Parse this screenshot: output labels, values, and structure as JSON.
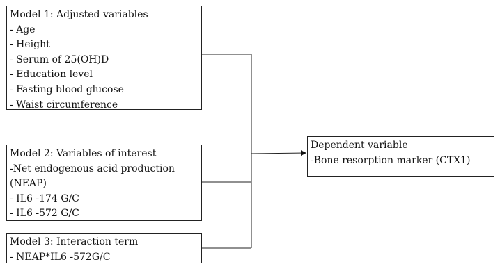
{
  "model1": {
    "title": "Model 1: Adjusted variables",
    "items": [
      "- Age",
      "- Height",
      "- Serum of 25(OH)D",
      "- Education level",
      "- Fasting blood glucose",
      "- Waist circumference"
    ]
  },
  "model2": {
    "title": "Model 2: Variables of interest",
    "items": [
      "-Net endogenous acid production",
      "(NEAP)",
      "- IL6 -174 G/C",
      "- IL6 -572 G/C"
    ]
  },
  "model3": {
    "title": "Model 3: Interaction term",
    "items": [
      "- NEAP*IL6 -572G/C"
    ]
  },
  "outcome": {
    "title": "Dependent variable",
    "items": [
      "-Bone resorption marker (CTX1)"
    ]
  }
}
